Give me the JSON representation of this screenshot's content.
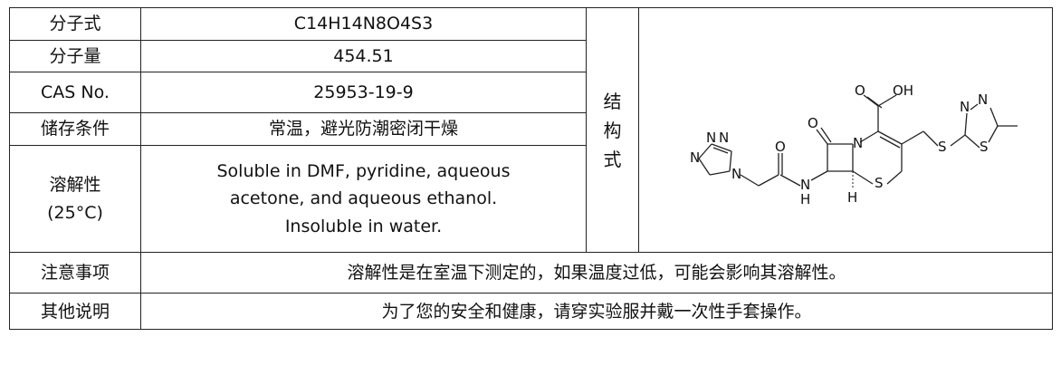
{
  "rows": {
    "formula": {
      "label": "分子式",
      "value": "C14H14N8O4S3"
    },
    "weight": {
      "label": "分子量",
      "value": "454.51"
    },
    "cas": {
      "label": "CAS No.",
      "value": "25953-19-9"
    },
    "storage": {
      "label": "储存条件",
      "value": "常温，避光防潮密闭干燥"
    },
    "solubility": {
      "label_line1": "溶解性",
      "label_line2": "(25°C)",
      "value_line1": "Soluble in DMF, pyridine, aqueous",
      "value_line2": "acetone, and aqueous ethanol.",
      "value_line3": "Insoluble in water."
    },
    "notice": {
      "label": "注意事项",
      "value": "溶解性是在室温下测定的，如果温度过低，可能会影响其溶解性。"
    },
    "other": {
      "label": "其他说明",
      "value": "为了您的安全和健康，请穿实验服并戴一次性手套操作。"
    }
  },
  "structure": {
    "label_chars": [
      "结",
      "构",
      "式"
    ],
    "atoms": {
      "O_acid1": "O",
      "OH": "OH",
      "O_ring": "O",
      "O_amide": "O",
      "N_ring": "N",
      "N_tz1": "N",
      "N_tz2": "N",
      "N_tz3": "N",
      "N_tz4": "N",
      "NH_N": "N",
      "NH_H": "H",
      "H_ring": "H",
      "S_ring": "S",
      "S_link": "S",
      "N_td1": "N",
      "N_td2": "N",
      "S_td": "S"
    }
  }
}
